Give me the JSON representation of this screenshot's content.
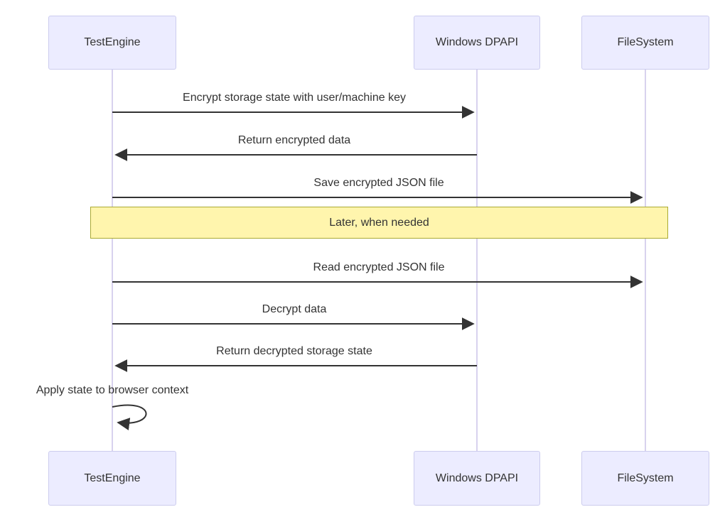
{
  "diagram": {
    "type": "sequence",
    "actors": [
      {
        "id": "testengine",
        "label": "TestEngine"
      },
      {
        "id": "dpapi",
        "label": "Windows DPAPI"
      },
      {
        "id": "filesystem",
        "label": "FileSystem"
      }
    ],
    "messages": [
      {
        "from": "TestEngine",
        "to": "Windows DPAPI",
        "label": "Encrypt storage state with user/machine key",
        "line": "solid",
        "direction": "right"
      },
      {
        "from": "Windows DPAPI",
        "to": "TestEngine",
        "label": "Return encrypted data",
        "line": "solid",
        "direction": "left"
      },
      {
        "from": "TestEngine",
        "to": "FileSystem",
        "label": "Save encrypted JSON file",
        "line": "solid",
        "direction": "right"
      },
      {
        "from": "TestEngine",
        "to": "FileSystem",
        "label": "Read encrypted JSON file",
        "line": "solid",
        "direction": "right"
      },
      {
        "from": "TestEngine",
        "to": "Windows DPAPI",
        "label": "Decrypt data",
        "line": "solid",
        "direction": "right"
      },
      {
        "from": "Windows DPAPI",
        "to": "TestEngine",
        "label": "Return decrypted storage state",
        "line": "solid",
        "direction": "left"
      },
      {
        "from": "TestEngine",
        "to": "TestEngine",
        "label": "Apply state to browser context",
        "line": "solid",
        "direction": "self"
      }
    ],
    "note": {
      "label": "Later, when needed",
      "span": "TestEngine to FileSystem"
    },
    "colors": {
      "actor_fill": "#ECECFF",
      "actor_border": "#CCCCEE",
      "lifeline": "#D8D2EE",
      "arrow": "#333333",
      "note_fill": "#FFF5AD",
      "note_border": "#AAAA33",
      "text": "#333333",
      "background": "#FFFFFF"
    }
  }
}
